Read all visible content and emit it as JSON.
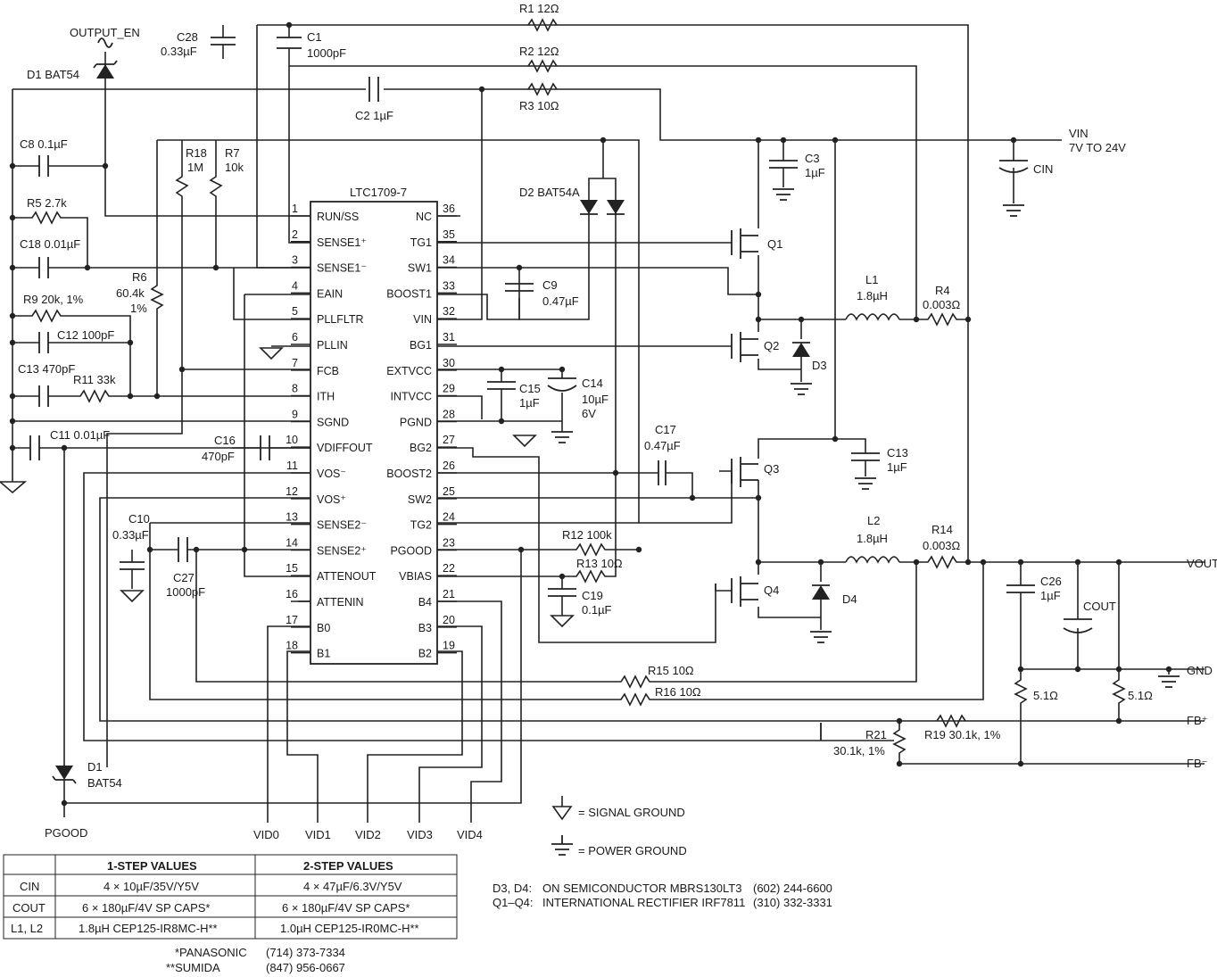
{
  "ic": {
    "name": "LTC1709-7"
  },
  "left_pins": [
    {
      "n": "1",
      "name": "RUN/SS"
    },
    {
      "n": "2",
      "name": "SENSE1⁺"
    },
    {
      "n": "3",
      "name": "SENSE1⁻"
    },
    {
      "n": "4",
      "name": "EAIN"
    },
    {
      "n": "5",
      "name": "PLLFLTR"
    },
    {
      "n": "6",
      "name": "PLLIN"
    },
    {
      "n": "7",
      "name": "FCB"
    },
    {
      "n": "8",
      "name": "ITH"
    },
    {
      "n": "9",
      "name": "SGND"
    },
    {
      "n": "10",
      "name": "VDIFFOUT"
    },
    {
      "n": "11",
      "name": "VOS⁻"
    },
    {
      "n": "12",
      "name": "VOS⁺"
    },
    {
      "n": "13",
      "name": "SENSE2⁻"
    },
    {
      "n": "14",
      "name": "SENSE2⁺"
    },
    {
      "n": "15",
      "name": "ATTENOUT"
    },
    {
      "n": "16",
      "name": "ATTENIN"
    },
    {
      "n": "17",
      "name": "B0"
    },
    {
      "n": "18",
      "name": "B1"
    }
  ],
  "right_pins": [
    {
      "n": "36",
      "name": "NC"
    },
    {
      "n": "35",
      "name": "TG1"
    },
    {
      "n": "34",
      "name": "SW1"
    },
    {
      "n": "33",
      "name": "BOOST1"
    },
    {
      "n": "32",
      "name": "VIN"
    },
    {
      "n": "31",
      "name": "BG1"
    },
    {
      "n": "30",
      "name": "EXTVCC"
    },
    {
      "n": "29",
      "name": "INTVCC"
    },
    {
      "n": "28",
      "name": "PGND"
    },
    {
      "n": "27",
      "name": "BG2"
    },
    {
      "n": "26",
      "name": "BOOST2"
    },
    {
      "n": "25",
      "name": "SW2"
    },
    {
      "n": "24",
      "name": "TG2"
    },
    {
      "n": "23",
      "name": "PGOOD"
    },
    {
      "n": "22",
      "name": "VBIAS"
    },
    {
      "n": "21",
      "name": "B4"
    },
    {
      "n": "20",
      "name": "B3"
    },
    {
      "n": "19",
      "name": "B2"
    }
  ],
  "labels": [
    {
      "id": "output_en",
      "text": "OUTPUT_EN"
    },
    {
      "id": "d1_top",
      "text": "D1   BAT54"
    },
    {
      "id": "c28a",
      "text": "C28"
    },
    {
      "id": "c28b",
      "text": "0.33µF"
    },
    {
      "id": "c1a",
      "text": "C1"
    },
    {
      "id": "c1b",
      "text": "1000pF"
    },
    {
      "id": "r1",
      "text": "R1  12Ω"
    },
    {
      "id": "r2",
      "text": "R2  12Ω"
    },
    {
      "id": "c2",
      "text": "C2 1µF"
    },
    {
      "id": "r3",
      "text": "R3 10Ω"
    },
    {
      "id": "c8",
      "text": "C8 0.1µF"
    },
    {
      "id": "r18a",
      "text": "R18"
    },
    {
      "id": "r18b",
      "text": "1M"
    },
    {
      "id": "r7a",
      "text": "R7"
    },
    {
      "id": "r7b",
      "text": "10k"
    },
    {
      "id": "r5",
      "text": "R5 2.7k"
    },
    {
      "id": "c18",
      "text": "C18  0.01µF"
    },
    {
      "id": "r6a",
      "text": "R6"
    },
    {
      "id": "r6b",
      "text": "60.4k"
    },
    {
      "id": "r6c",
      "text": "1%"
    },
    {
      "id": "r9",
      "text": "R9 20k, 1%"
    },
    {
      "id": "c12",
      "text": "C12 100pF"
    },
    {
      "id": "c13l",
      "text": "C13 470pF"
    },
    {
      "id": "r11",
      "text": "R11 33k"
    },
    {
      "id": "c11",
      "text": "C11  0.01µF"
    },
    {
      "id": "c16a",
      "text": "C16"
    },
    {
      "id": "c16b",
      "text": "470pF"
    },
    {
      "id": "c10a",
      "text": "C10"
    },
    {
      "id": "c10b",
      "text": "0.33µF"
    },
    {
      "id": "c27a",
      "text": "C27"
    },
    {
      "id": "c27b",
      "text": "1000pF"
    },
    {
      "id": "d2",
      "text": "D2 BAT54A"
    },
    {
      "id": "c9a",
      "text": "C9"
    },
    {
      "id": "c9b",
      "text": "0.47µF"
    },
    {
      "id": "vin_a",
      "text": "VIN"
    },
    {
      "id": "vin_b",
      "text": "7V TO 24V"
    },
    {
      "id": "cin",
      "text": "CIN"
    },
    {
      "id": "c3a",
      "text": "C3"
    },
    {
      "id": "c3b",
      "text": "1µF"
    },
    {
      "id": "q1",
      "text": "Q1"
    },
    {
      "id": "q2",
      "text": "Q2"
    },
    {
      "id": "q3",
      "text": "Q3"
    },
    {
      "id": "q4",
      "text": "Q4"
    },
    {
      "id": "l1a",
      "text": "L1"
    },
    {
      "id": "l1b",
      "text": "1.8µH"
    },
    {
      "id": "r4a",
      "text": "R4"
    },
    {
      "id": "r4b",
      "text": "0.003Ω"
    },
    {
      "id": "d3",
      "text": "D3"
    },
    {
      "id": "c15a",
      "text": "C15"
    },
    {
      "id": "c15b",
      "text": "1µF"
    },
    {
      "id": "c14a",
      "text": "C14"
    },
    {
      "id": "c14b",
      "text": "10µF"
    },
    {
      "id": "c14c",
      "text": "6V"
    },
    {
      "id": "c13ra",
      "text": "C13"
    },
    {
      "id": "c13rb",
      "text": "1µF"
    },
    {
      "id": "c17a",
      "text": "C17"
    },
    {
      "id": "c17b",
      "text": "0.47µF"
    },
    {
      "id": "l2a",
      "text": "L2"
    },
    {
      "id": "l2b",
      "text": "1.8µH"
    },
    {
      "id": "r14a",
      "text": "R14"
    },
    {
      "id": "r14b",
      "text": "0.003Ω"
    },
    {
      "id": "r12",
      "text": "R12  100k"
    },
    {
      "id": "r13",
      "text": "R13 10Ω"
    },
    {
      "id": "c19a",
      "text": "C19"
    },
    {
      "id": "c19b",
      "text": "0.1µF"
    },
    {
      "id": "d4",
      "text": "D4"
    },
    {
      "id": "c26a",
      "text": "C26"
    },
    {
      "id": "c26b",
      "text": "1µF"
    },
    {
      "id": "cout",
      "text": "COUT"
    },
    {
      "id": "vout",
      "text": "VOUT"
    },
    {
      "id": "gnd",
      "text": "GND"
    },
    {
      "id": "r51a",
      "text": "5.1Ω"
    },
    {
      "id": "r51b",
      "text": "5.1Ω"
    },
    {
      "id": "r15",
      "text": "R15 10Ω"
    },
    {
      "id": "r16",
      "text": "R16 10Ω"
    },
    {
      "id": "r21a",
      "text": "R21"
    },
    {
      "id": "r21b",
      "text": "30.1k, 1%"
    },
    {
      "id": "r19",
      "text": "R19  30.1k, 1%"
    },
    {
      "id": "fbp",
      "text": "FB⁺"
    },
    {
      "id": "fbm",
      "text": "FB⁻"
    },
    {
      "id": "d1b_a",
      "text": "D1"
    },
    {
      "id": "d1b_b",
      "text": "BAT54"
    },
    {
      "id": "pgood",
      "text": "PGOOD"
    },
    {
      "id": "vid0",
      "text": "VID0"
    },
    {
      "id": "vid1",
      "text": "VID1"
    },
    {
      "id": "vid2",
      "text": "VID2"
    },
    {
      "id": "vid3",
      "text": "VID3"
    },
    {
      "id": "vid4",
      "text": "VID4"
    },
    {
      "id": "sig_gnd",
      "text": "= SIGNAL GROUND"
    },
    {
      "id": "pwr_gnd",
      "text": "= POWER GROUND"
    }
  ],
  "table": {
    "headers": [
      "",
      "1-STEP VALUES",
      "2-STEP VALUES"
    ],
    "rows": [
      [
        "CIN",
        "4 × 10µF/35V/Y5V",
        "4 × 47µF/6.3V/Y5V"
      ],
      [
        "COUT",
        "6 × 180µF/4V SP CAPS*",
        "6 × 180µF/4V SP CAPS*"
      ],
      [
        "L1, L2",
        "1.8µH CEP125-IR8MC-H**",
        "1.0µH  CEP125-IR0MC-H**"
      ]
    ]
  },
  "footnotes": [
    {
      "mark": "*PANASONIC",
      "phone": "(714) 373-7334"
    },
    {
      "mark": "**SUMIDA",
      "phone": "(847) 956-0667"
    }
  ],
  "parts": [
    {
      "ref": "D3, D4:",
      "desc": "ON SEMICONDUCTOR MBRS130LT3",
      "phone": "(602) 244-6600"
    },
    {
      "ref": "Q1–Q4:",
      "desc": "INTERNATIONAL RECTIFIER IRF7811",
      "phone": "(310) 332-3331"
    }
  ]
}
